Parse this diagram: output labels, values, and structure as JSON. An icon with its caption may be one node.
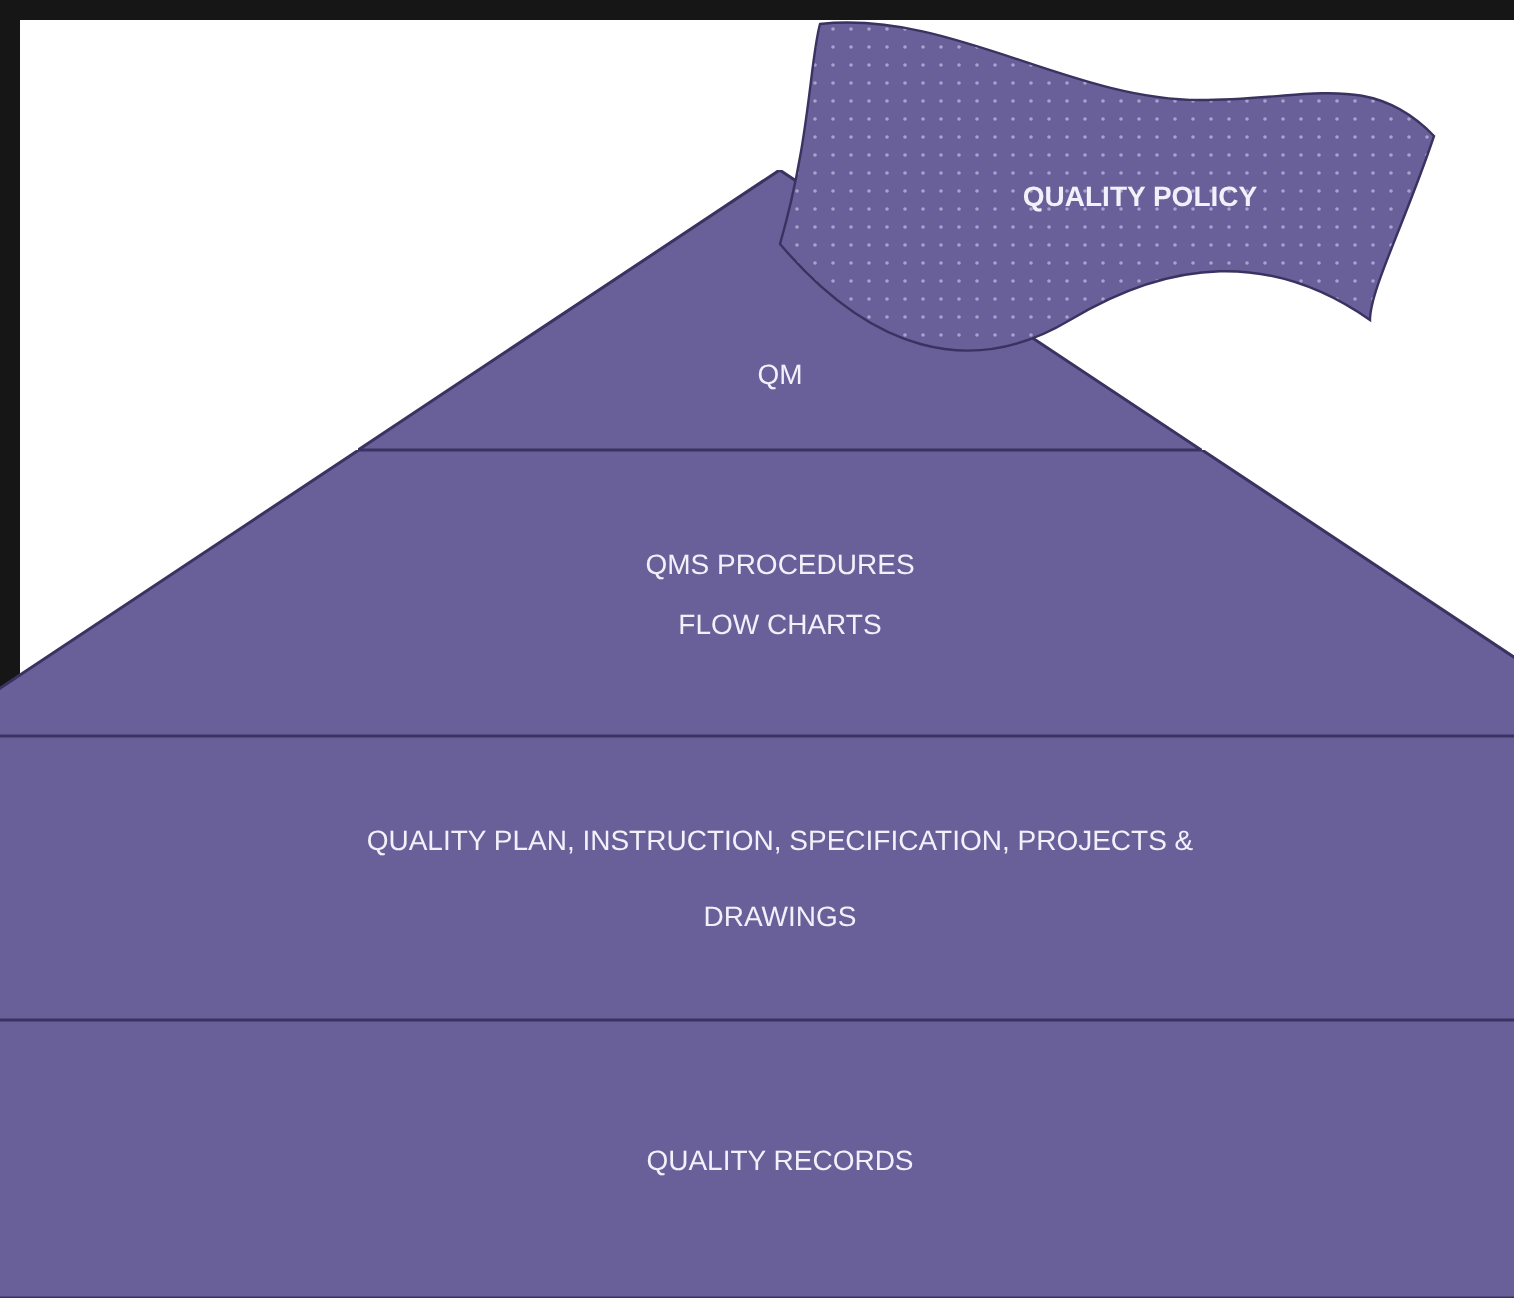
{
  "diagram": {
    "nodes": [
      {
        "text": [
          "QUALITY POLICY"
        ]
      },
      {
        "text": [
          "QM"
        ]
      },
      {
        "text": [
          "QMS PROCEDURES",
          "FLOW CHARTS"
        ]
      },
      {
        "text": [
          "QUALITY PLAN, INSTRUCTION, SPECIFICATION, PROJECTS & DRAWINGS"
        ]
      },
      {
        "text": [
          "QUALITY RECORDS"
        ]
      }
    ]
  }
}
